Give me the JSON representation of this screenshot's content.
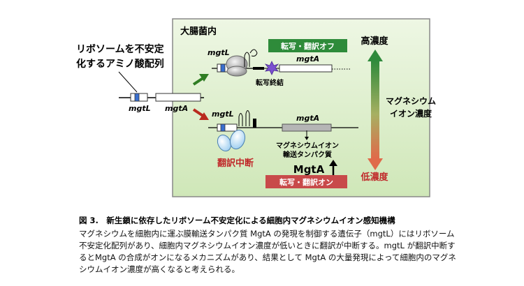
{
  "figure": {
    "left_label": {
      "line1": "リボソームを不安定",
      "line2": "化するアミノ酸配列"
    },
    "gene_labels": {
      "mgtL": "mgtL",
      "mgtA": "mgtA"
    },
    "box_title": "大腸菌内",
    "off_badge": "転写・翻訳オフ",
    "on_badge": "転写・翻訳オン",
    "terminator_label": "転写終結",
    "translation_stop_label": "翻訳中断",
    "transporter_label": {
      "line1": "マグネシウムイオン",
      "line2": "輸送タンパク質"
    },
    "protein_label": "MgtA",
    "scale": {
      "high": "高濃度",
      "low": "低濃度",
      "middle_line1": "マグネシウム",
      "middle_line2": "イオン濃度"
    },
    "colors": {
      "box_fill": "#d8ecc2",
      "off_green": "#2e8b3a",
      "on_red": "#c84a4a",
      "mgtL_blue": "#3a6fcf",
      "up_arrow_green": "#2f7d23",
      "down_arrow_red": "#b92a1e"
    }
  },
  "caption": {
    "title": "図 3.　新生鎖に依存したリボソーム不安定化による細胞内マグネシウムイオン感知機構",
    "body": "マグネシウムを細胞内に運ぶ膜輸送タンパク質 MgtA の発現を制御する遺伝子（mgtL）にはリボソーム不安定化配列があり、細胞内マグネシウムイオン濃度が低いときに翻訳が中断する。mgtL が翻訳中断するとMgtA の合成がオンになるメカニズムがあり、結果として MgtA の大量発現によって細胞内のマグネシウムイオン濃度が高くなると考えられる。"
  }
}
